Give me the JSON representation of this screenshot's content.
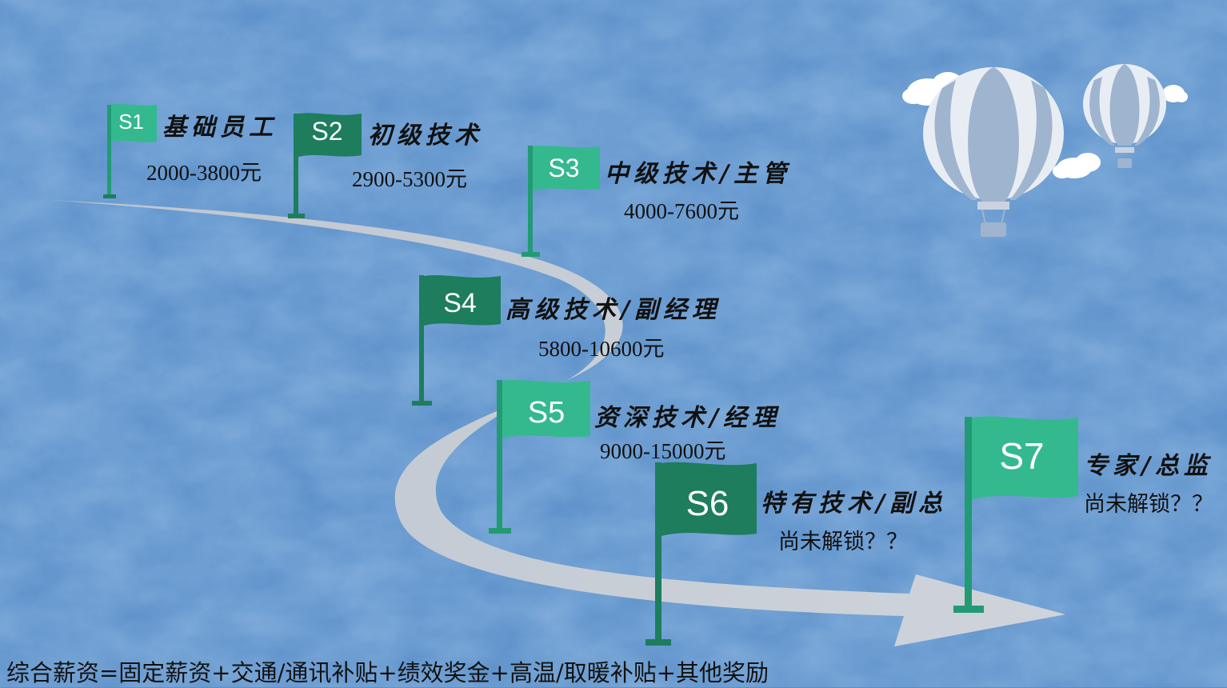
{
  "colors": {
    "background": "#5a8fc9",
    "road": "#c3cad4",
    "flag_dark": "#1d7d5d",
    "flag_light": "#34b98e",
    "pole": "#229a74"
  },
  "stages": [
    {
      "code": "S1",
      "title": "基础员工",
      "salary": "2000-3800元"
    },
    {
      "code": "S2",
      "title": "初级技术",
      "salary": "2900-5300元"
    },
    {
      "code": "S3",
      "title": "中级技术/主管",
      "salary": "4000-7600元"
    },
    {
      "code": "S4",
      "title": "高级技术/副经理",
      "salary": "5800-10600元"
    },
    {
      "code": "S5",
      "title": "资深技术/经理",
      "salary": "9000-15000元"
    },
    {
      "code": "S6",
      "title": "特有技术/副总",
      "salary": "尚未解锁？？"
    },
    {
      "code": "S7",
      "title": "专家/总监",
      "salary": "尚未解锁？？"
    }
  ],
  "formula": "综合薪资=固定薪资+交通/通讯补贴+绩效奖金+高温/取暖补贴+其他奖励",
  "icons": [
    "hot-air-balloon-icon",
    "cloud-icon",
    "flag-icon"
  ]
}
